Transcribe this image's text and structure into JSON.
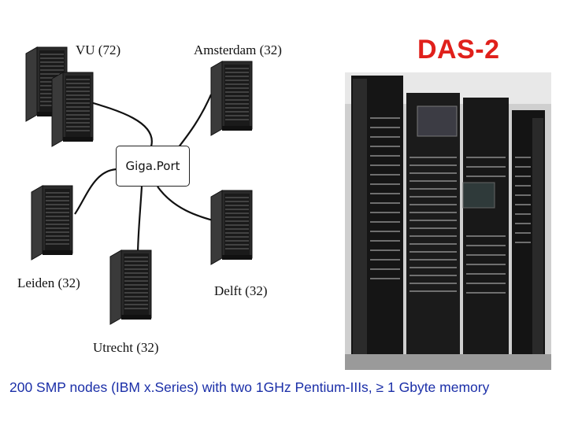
{
  "title": "DAS-2",
  "hub": {
    "label": "Giga.Port"
  },
  "sites": {
    "vu": "VU  (72)",
    "amsterdam": "Amsterdam (32)",
    "leiden": "Leiden (32)",
    "delft": "Delft (32)",
    "utrecht": "Utrecht (32)"
  },
  "caption": "200 SMP nodes (IBM x.Series) with two 1GHz Pentium-IIIs, ≥ 1 Gbyte memory",
  "colors": {
    "title": "#e0201b",
    "caption": "#1b2fa8"
  }
}
